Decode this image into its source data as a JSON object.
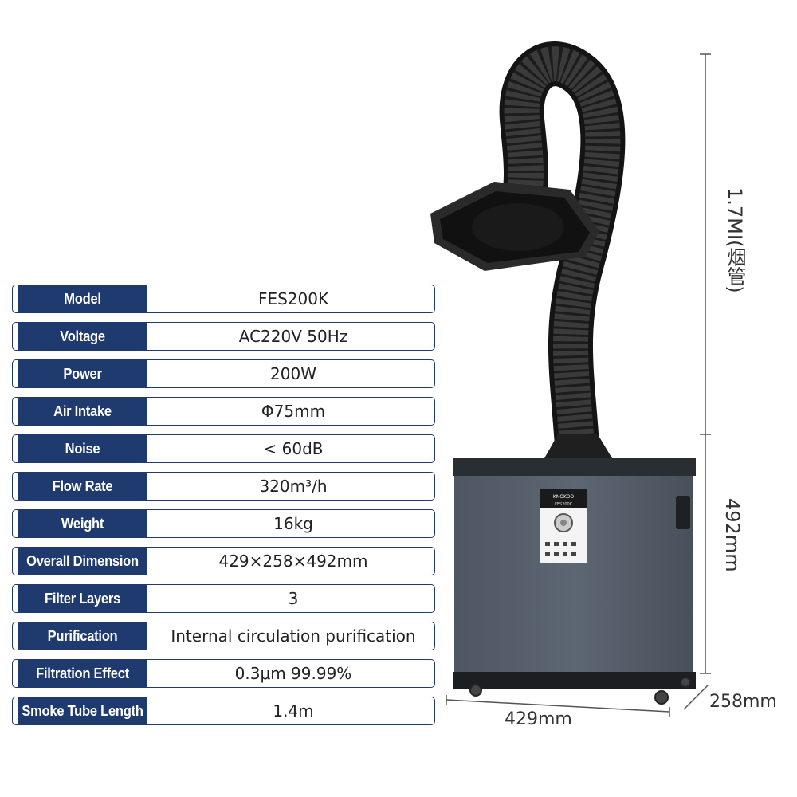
{
  "specs": [
    {
      "label": "Model",
      "value": "FES200K"
    },
    {
      "label": "Voltage",
      "value": "AC220V 50Hz"
    },
    {
      "label": "Power",
      "value": "200W"
    },
    {
      "label": "Air Intake",
      "value": "Φ75mm"
    },
    {
      "label": "Noise",
      "value": "< 60dB"
    },
    {
      "label": "Flow Rate",
      "value": "320m³/h"
    },
    {
      "label": "Weight",
      "value": "16kg"
    },
    {
      "label": "Overall Dimension",
      "value": "429×258×492mm"
    },
    {
      "label": "Filter Layers",
      "value": "3"
    },
    {
      "label": "Purification",
      "value": "Internal circulation purification"
    },
    {
      "label": "Filtration Effect",
      "value": "0.3μm 99.99%"
    },
    {
      "label": "Smoke Tube Length",
      "value": "1.4m"
    }
  ],
  "dimensions": {
    "tube_height": "1.7MI(烟管)",
    "cabinet_height": "492mm",
    "depth": "258mm",
    "width": "429mm"
  },
  "product": {
    "brand": "KNOKOO",
    "model_line": "FES200K"
  },
  "colors": {
    "label_bg": "#1e3a6e",
    "cabinet": "#5a6470",
    "hose": "#2b2b2b"
  }
}
